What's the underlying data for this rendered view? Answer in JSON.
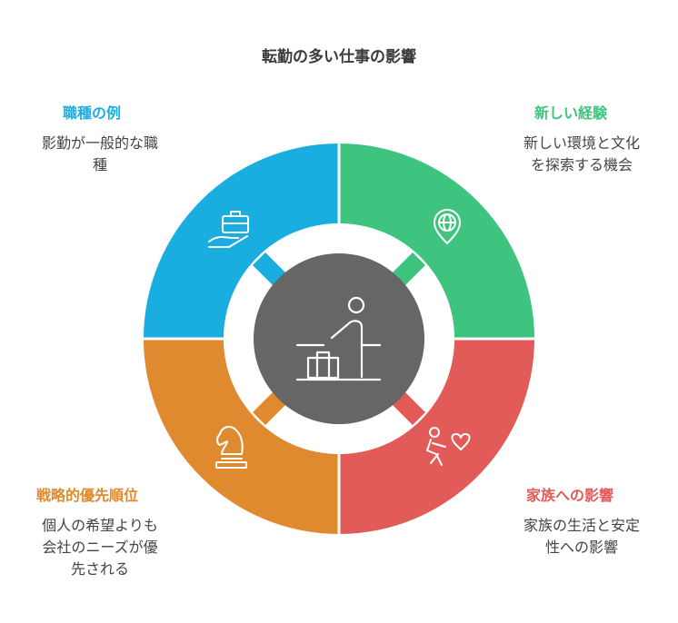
{
  "title": "転勤の多い仕事の影響",
  "colors": {
    "blue": "#1aaee0",
    "green": "#3ec47e",
    "red": "#e35b58",
    "orange": "#e08a2f",
    "center": "#666666",
    "title": "#3b3b3b",
    "text": "#444444"
  },
  "sections": {
    "top_left": {
      "label": "職種の例",
      "desc_line1": "影勤が一般的な職",
      "desc_line2": "種",
      "icon": "hand-briefcase-icon"
    },
    "top_right": {
      "label": "新しい経験",
      "desc_line1": "新しい環境と文化",
      "desc_line2": "を探索する機会",
      "icon": "globe-pin-icon"
    },
    "bottom_right": {
      "label": "家族への影響",
      "desc_line1": "家族の生活と安定",
      "desc_line2": "性への影響",
      "icon": "family-heart-icon"
    },
    "bottom_left": {
      "label": "戦略的優先順位",
      "desc_line1": "個人の希望よりも",
      "desc_line2": "会社のニーズが優",
      "desc_line3": "先される",
      "icon": "chess-knight-icon"
    }
  },
  "center_icon": "traveler-luggage-icon"
}
